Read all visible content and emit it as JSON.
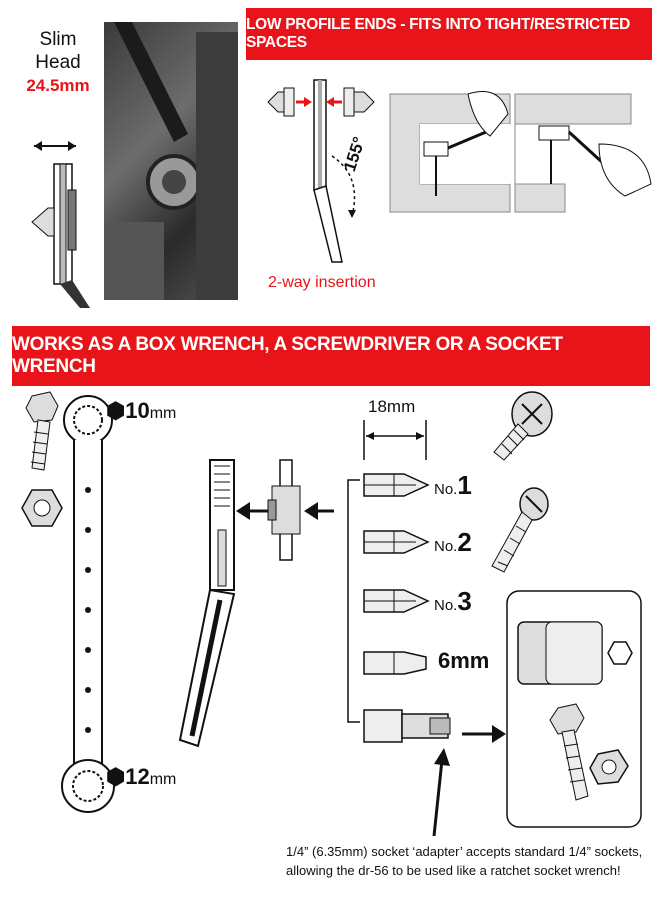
{
  "banners": {
    "top": "LOW PROFILE ENDS - FITS INTO TIGHT/RESTRICTED SPACES",
    "middle": "WORKS AS A BOX WRENCH, A SCREWDRIVER OR A SOCKET WRENCH"
  },
  "slim_head": {
    "title": "Slim Head",
    "measurement": "24.5mm"
  },
  "insertion": {
    "angle": "155°",
    "label": "2-way insertion"
  },
  "wrench": {
    "top_size": {
      "number": "10",
      "unit": "mm"
    },
    "bottom_size": {
      "number": "12",
      "unit": "mm"
    }
  },
  "bits": {
    "width_label": "18mm",
    "items": [
      {
        "prefix": "No.",
        "value": "1"
      },
      {
        "prefix": "No.",
        "value": "2"
      },
      {
        "prefix": "No.",
        "value": "3"
      },
      {
        "prefix": "",
        "value": "6mm"
      }
    ]
  },
  "caption": "1/4” (6.35mm) socket ‘adapter’ accepts standard 1/4” sockets, allowing the dr-56 to be used like a ratchet socket wrench!",
  "colors": {
    "accent": "#e8141a",
    "ink": "#111111"
  }
}
